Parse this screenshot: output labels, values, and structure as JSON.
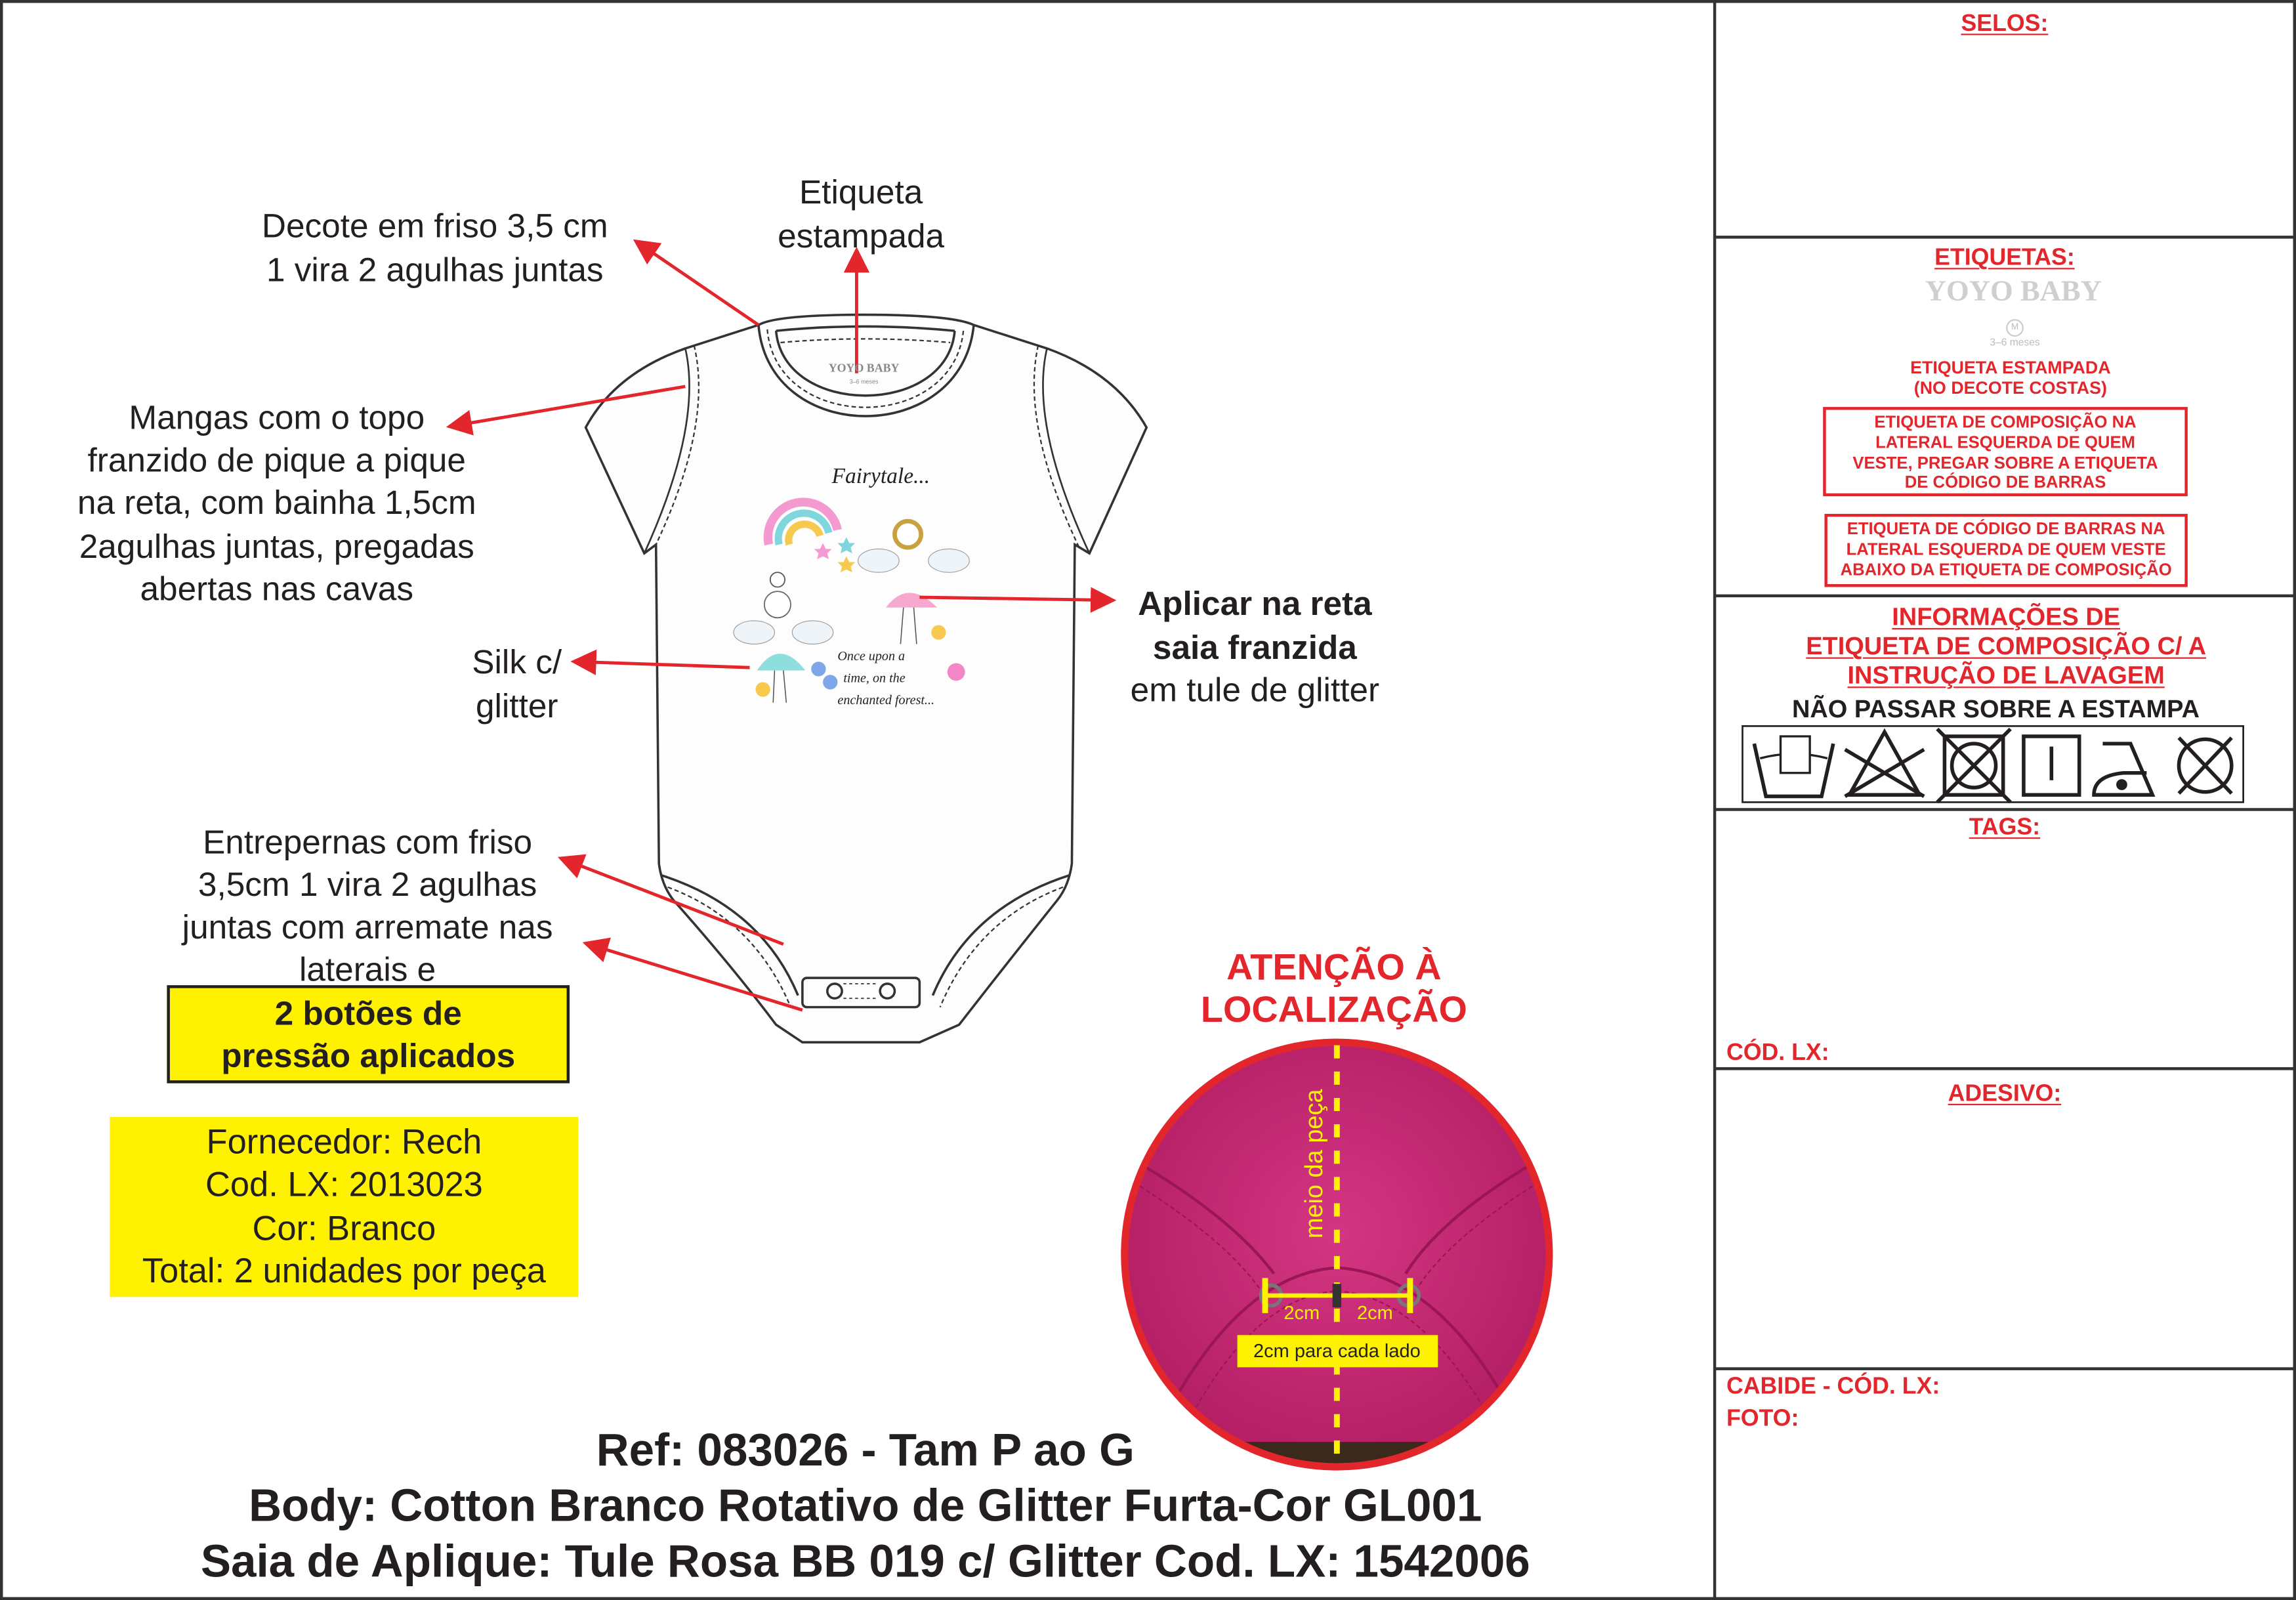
{
  "colors": {
    "red": "#e3262c",
    "yellow": "#fff200",
    "pink_fabric": "#c8246f",
    "text": "#231f20"
  },
  "callouts": {
    "decote": [
      "Decote em friso 3,5 cm",
      "1 vira 2 agulhas juntas"
    ],
    "etiqueta": [
      "Etiqueta",
      "estampada"
    ],
    "mangas": [
      "Mangas com o topo",
      "franzido de pique a pique",
      "na reta, com bainha 1,5cm",
      "2agulhas juntas, pregadas",
      "abertas nas cavas"
    ],
    "silk": [
      "Silk c/",
      "glitter"
    ],
    "aplicar": [
      "Aplicar na reta",
      "saia franzida",
      "em tule de glitter"
    ],
    "entrepernas": [
      "Entrepernas com friso",
      "3,5cm 1 vira 2 agulhas",
      "juntas com arremate nas",
      "laterais e"
    ],
    "botoes": [
      "2 botões de",
      "pressão aplicados"
    ]
  },
  "supplier": [
    "Fornecedor: Rech",
    "Cod. LX: 2013023",
    "Cor: Branco",
    "Total: 2 unidades por peça"
  ],
  "garment_print": {
    "label_brand": "YOYO BABY",
    "label_size": "M",
    "label_age": "3–6 meses",
    "title": "Fairytale...",
    "story": [
      "Once upon a",
      "time, on the",
      "enchanted forest..."
    ]
  },
  "attention": {
    "title": [
      "ATENÇÃO À",
      "LOCALIZAÇÃO"
    ],
    "center_label": "meio da peça",
    "left_dist": "2cm",
    "right_dist": "2cm",
    "note": "2cm para cada lado"
  },
  "footer": [
    "Ref: 083026 - Tam P ao G",
    "Body: Cotton Branco Rotativo de Glitter Furta-Cor GL001",
    "Saia de Aplique: Tule Rosa BB 019 c/ Glitter Cod. LX: 1542006"
  ],
  "panel": {
    "selos": "SELOS:",
    "etiquetas": "ETIQUETAS:",
    "brand": "YOYO BABY",
    "size": "M",
    "age": "3–6 meses",
    "estampada": [
      "ETIQUETA ESTAMPADA",
      "(NO DECOTE COSTAS)"
    ],
    "composicao_box": [
      "ETIQUETA DE COMPOSIÇÃO NA",
      "LATERAL ESQUERDA DE QUEM",
      "VESTE, PREGAR SOBRE A ETIQUETA",
      "DE CÓDIGO DE BARRAS"
    ],
    "barras_box": [
      "ETIQUETA DE CÓDIGO DE BARRAS NA",
      "LATERAL ESQUERDA DE QUEM VESTE",
      "ABAIXO DA ETIQUETA DE COMPOSIÇÃO"
    ],
    "info": [
      "INFORMAÇÕES DE",
      "ETIQUETA DE COMPOSIÇÃO C/ A",
      "INSTRUÇÃO DE LAVAGEM"
    ],
    "warning": "NÃO PASSAR SOBRE A ESTAMPA",
    "care_icons": [
      "hand-wash-icon",
      "no-bleach-icon",
      "no-tumble-dry-icon",
      "line-dry-icon",
      "iron-low-icon",
      "no-dry-clean-icon"
    ],
    "tags": "TAGS:",
    "cod_lx": "CÓD. LX:",
    "adesivo": "ADESIVO:",
    "cabide": "CABIDE - CÓD. LX:",
    "foto": "FOTO:"
  }
}
